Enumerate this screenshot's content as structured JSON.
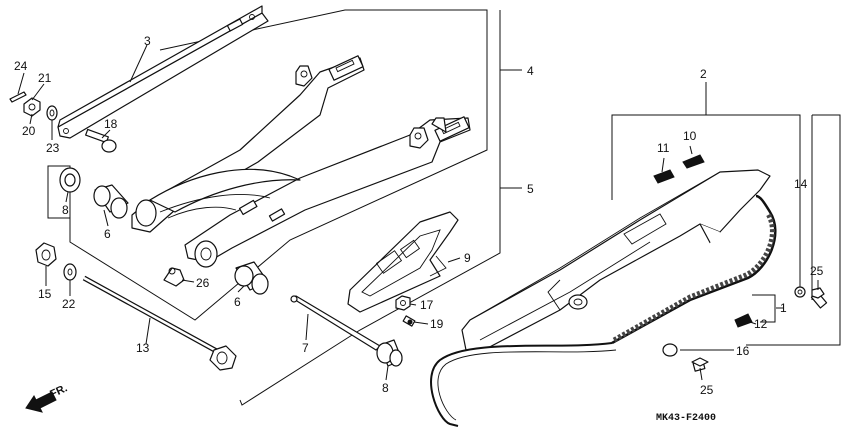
{
  "diagram_code": "MK43-F2400",
  "direction_label": "FR.",
  "callouts": {
    "c1": "1",
    "c2": "2",
    "c3": "3",
    "c4": "4",
    "c5": "5",
    "c6a": "6",
    "c6b": "6",
    "c7": "7",
    "c8a": "8",
    "c8b": "8",
    "c9": "9",
    "c10": "10",
    "c11": "11",
    "c12": "12",
    "c13": "13",
    "c14": "14",
    "c15": "15",
    "c16": "16",
    "c17": "17",
    "c18": "18",
    "c19": "19",
    "c20": "20",
    "c21": "21",
    "c22": "22",
    "c23": "23",
    "c24": "24",
    "c25a": "25",
    "c25b": "25",
    "c26": "26"
  }
}
